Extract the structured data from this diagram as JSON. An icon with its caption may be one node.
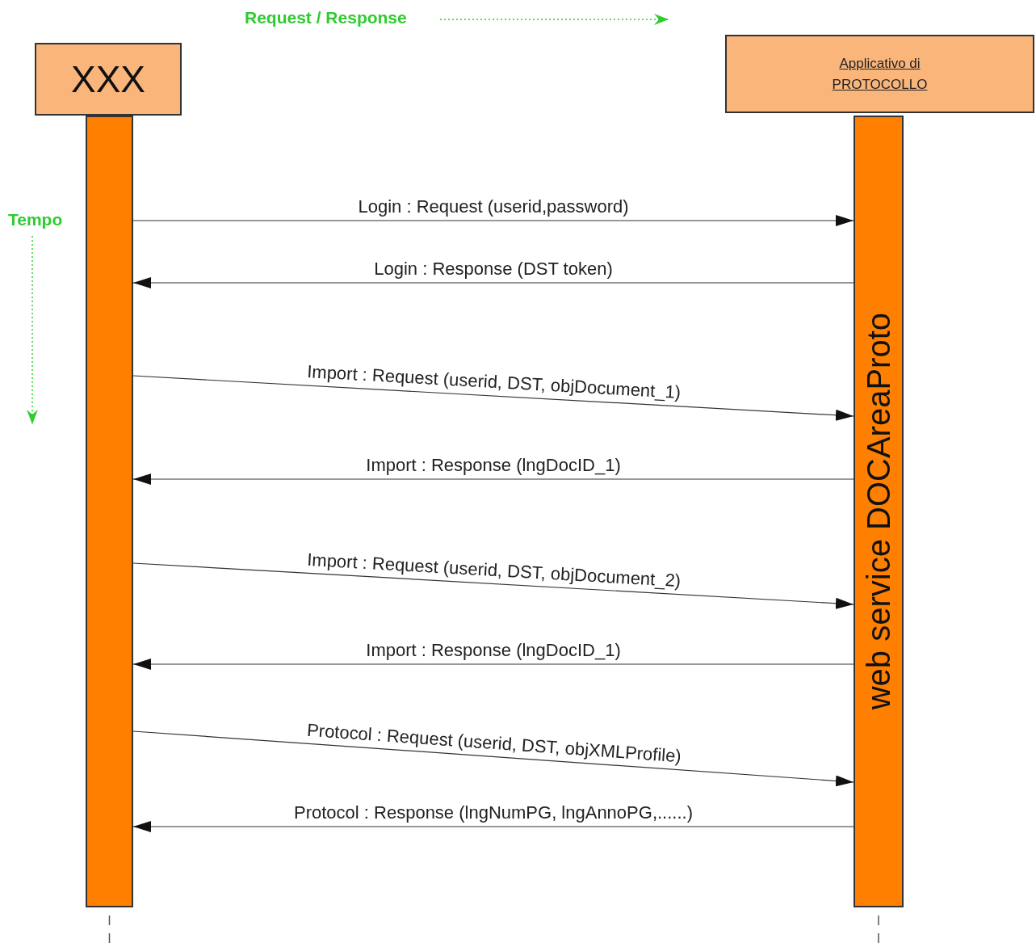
{
  "diagram": {
    "nodes": [
      {
        "text": [
          "XXX"
        ]
      },
      {
        "text": [
          "Applicativo di PROTOCOLLO"
        ]
      },
      {
        "text": [],
        "shape": "bar"
      },
      {
        "text": [
          "web service DOCAreaProto"
        ]
      }
    ],
    "edges": [
      {
        "from": 2,
        "to": 3,
        "arrow": "to",
        "label": "Login : Request (userid,password)"
      },
      {
        "from": 3,
        "to": 2,
        "arrow": "to",
        "label": "Login : Response (DST token)"
      },
      {
        "from": 2,
        "to": 3,
        "arrow": "to",
        "label": "Import : Request (userid, DST, objDocument_1)"
      },
      {
        "from": 3,
        "to": 2,
        "arrow": "to",
        "label": "Import : Response (lngDocID_1)"
      },
      {
        "from": 2,
        "to": 3,
        "arrow": "to",
        "label": "Import : Request (userid, DST, objDocument_2)"
      },
      {
        "from": 3,
        "to": 2,
        "arrow": "to",
        "label": "Import : Response (lngDocID_1)"
      },
      {
        "from": 2,
        "to": 3,
        "arrow": "to",
        "label": "Protocol : Request (userid, DST, objXMLProfile)"
      },
      {
        "from": 3,
        "to": 2,
        "arrow": "to",
        "label": "Protocol : Response (lngNumPG, lngAnnoPG,......)"
      }
    ],
    "labels": [
      "Tempo"
    ],
    "legend": [
      {
        "text": "Request / Response"
      }
    ]
  }
}
